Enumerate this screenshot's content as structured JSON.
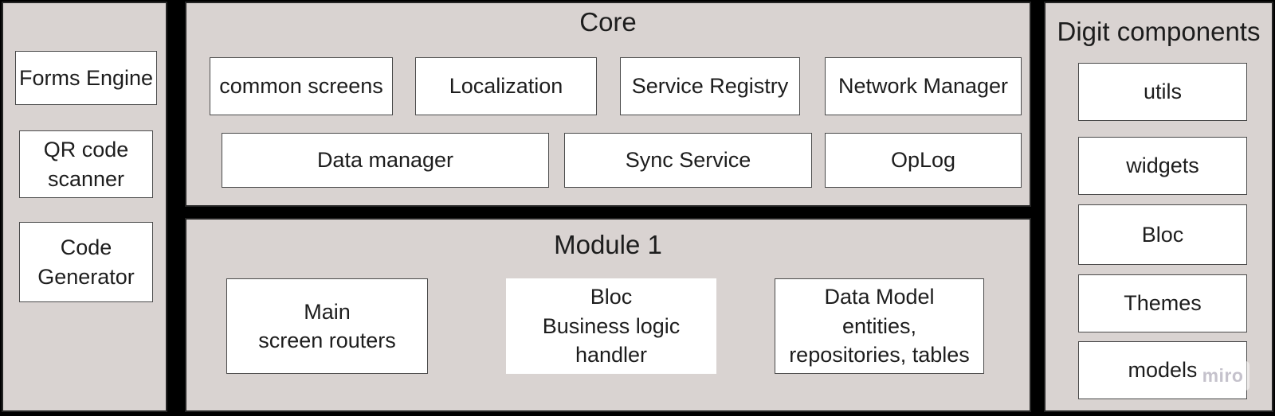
{
  "colors": {
    "background": "#000000",
    "panel_fill": "#d9d3d1",
    "node_fill": "#ffffff",
    "node_border": "#4a4a4a",
    "text": "#1d1d1d",
    "watermark_text": "#c5c2cc"
  },
  "left_panel": {
    "boxes": [
      {
        "label": "Forms Engine"
      },
      {
        "label": "QR code\nscanner"
      },
      {
        "label": "Code\nGenerator"
      }
    ]
  },
  "core_panel": {
    "title": "Core",
    "row1": [
      {
        "label": "common screens"
      },
      {
        "label": "Localization"
      },
      {
        "label": "Service Registry"
      },
      {
        "label": "Network Manager"
      }
    ],
    "row2": [
      {
        "label": "Data manager"
      },
      {
        "label": "Sync Service"
      },
      {
        "label": "OpLog"
      }
    ]
  },
  "module_panel": {
    "title": "Module 1",
    "boxes": [
      {
        "label": "Main\nscreen routers"
      },
      {
        "label": "Bloc\nBusiness logic\nhandler"
      },
      {
        "label": "Data Model\nentities,\nrepositories, tables"
      }
    ]
  },
  "right_panel": {
    "title": "Digit components",
    "boxes": [
      {
        "label": "utils"
      },
      {
        "label": "widgets"
      },
      {
        "label": "Bloc"
      },
      {
        "label": "Themes"
      },
      {
        "label": "models"
      }
    ]
  },
  "watermark": {
    "label": "miro"
  }
}
